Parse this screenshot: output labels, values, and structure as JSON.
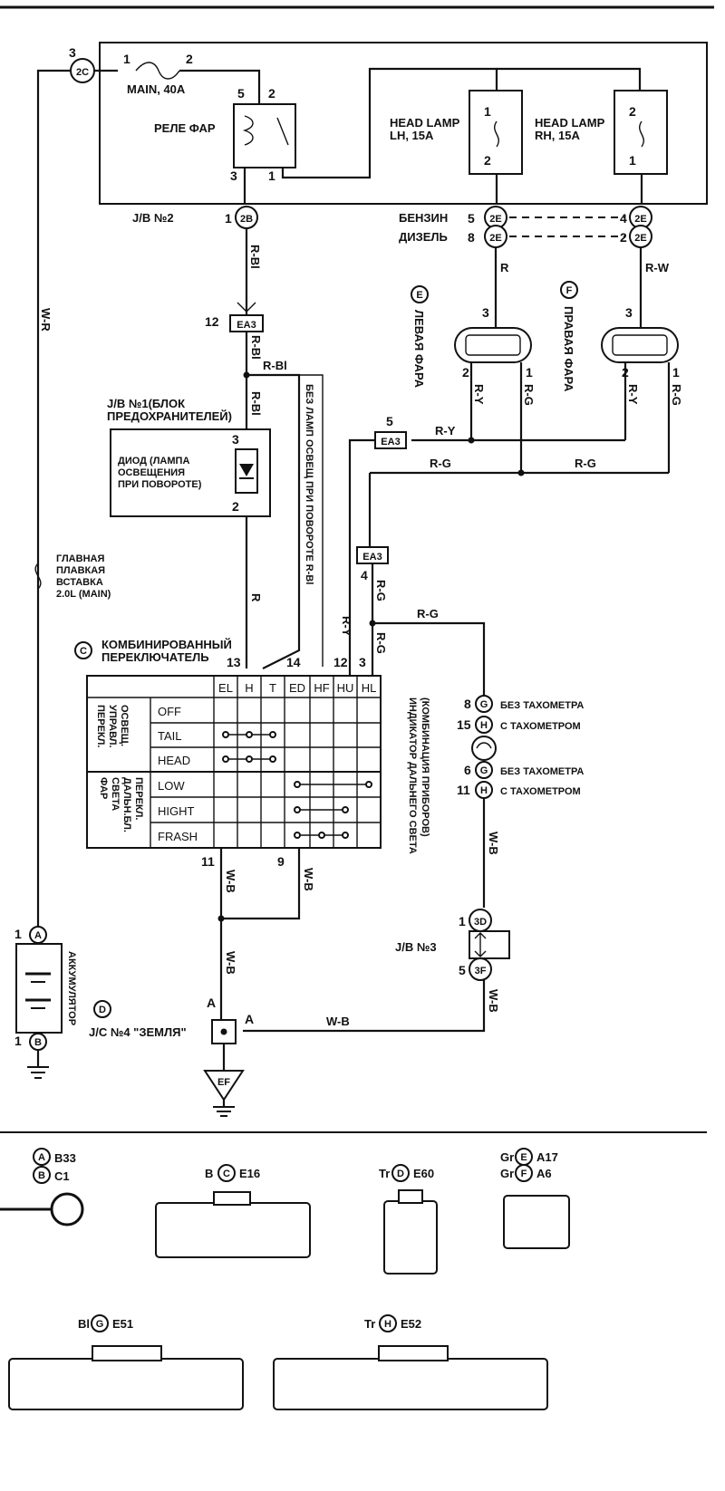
{
  "fuse_box": {
    "main_fuse": "MAIN, 40A",
    "relay": "РЕЛЕ ФАР",
    "lamp_lh": "HEAD LAMP\nLH, 15A",
    "lamp_rh": "HEAD LAMP\nRH, 15A"
  },
  "connectors_top": {
    "2c": "2C",
    "2b": "2B",
    "jb2": "J/B №2",
    "petrol": "БЕНЗИН",
    "diesel": "ДИЗЕЛЬ",
    "2e": "2E"
  },
  "wires": {
    "wr": "W-R",
    "rbl": "R-Bl",
    "r": "R",
    "rw": "R-W",
    "ry": "R-Y",
    "rg": "R-G",
    "wb": "W-B"
  },
  "lamps": {
    "left": "ЛЕВАЯ ФАРА",
    "right": "ПРАВАЯ ФАРА",
    "e": "E",
    "f": "F"
  },
  "jb1": {
    "title": "J/B №1(БЛОК\nПРЕДОХРАНИТЕЛЕЙ)",
    "diode": "ДИОД (ЛАМПА\nОСВЕЩЕНИЯ\nПРИ ПОВОРОТЕ)"
  },
  "ea3": "EA3",
  "no_lamp": "БЕЗ ЛАМП ОСВЕЩ ПРИ ПОВОРОТЕ R-Bl",
  "fusible_link": "ГЛАВНАЯ\nПЛАВКАЯ\nВСТАВКА\n2.0L (MAIN)",
  "combo_switch": {
    "title": "КОМБИНИРОВАННЫЙ\nПЕРЕКЛЮЧАТЕЛЬ",
    "c": "C",
    "columns": [
      "EL",
      "H",
      "T",
      "ED",
      "HF",
      "HU",
      "HL"
    ],
    "group1": "ПЕРЕКЛ.\nУПРАВЛ.\nОСВЕЩ.",
    "group2": "ПЕРЕКЛ.\nДАЛЬН.БЛ.\nСВЕТА\nФАР",
    "rows": [
      "OFF",
      "TAIL",
      "HEAD",
      "LOW",
      "HIGHT",
      "FRASH"
    ]
  },
  "indicator": {
    "label": "ИНДИКАТОР ДАЛЬНЕГО СВЕТА\n(КОМБИНАЦИЯ ПРИБОРОВ)",
    "no_tacho": "БЕЗ ТАХОМЕТРА",
    "with_tacho": "С ТАХОМЕТРОМ",
    "g": "G",
    "h": "H"
  },
  "jb3": "J/B №3",
  "battery": {
    "label": "АККУМУЛЯТОР",
    "a": "A",
    "b": "B"
  },
  "jc4": {
    "label": "J/C №4 \"ЗЕМЛЯ\"",
    "d": "D"
  },
  "ground": "EF",
  "legend": {
    "a": "B33",
    "b": "C1",
    "c": "E16",
    "c_color": "B",
    "d": "E60",
    "d_color": "Tr",
    "e": "A17",
    "e_color": "Gr",
    "f": "A6",
    "f_color": "Gr",
    "g": "E51",
    "g_color": "Bl",
    "h": "E52",
    "h_color": "Tr"
  }
}
